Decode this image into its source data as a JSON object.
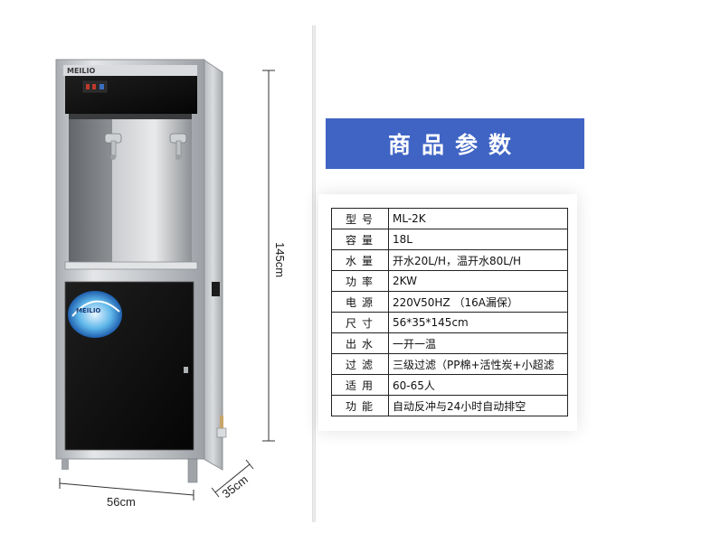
{
  "product": {
    "brand_logo": "MEILIO",
    "sticker_text": "MEILIO"
  },
  "dimensions": {
    "height": "145cm",
    "width": "56cm",
    "depth": "35cm"
  },
  "title": "商品参数",
  "specs": [
    {
      "label": "型号",
      "value": "ML-2K"
    },
    {
      "label": "容量",
      "value": "18L"
    },
    {
      "label": "水量",
      "value": "开水20L/H，温开水80L/H"
    },
    {
      "label": "功率",
      "value": "2KW"
    },
    {
      "label": "电源",
      "value": "220V50HZ  （16A漏保）"
    },
    {
      "label": "尺寸",
      "value": "56*35*145cm"
    },
    {
      "label": "出水",
      "value": "一开一温"
    },
    {
      "label": "过滤",
      "value": "三级过滤（PP棉+活性炭+小超滤"
    },
    {
      "label": "适用",
      "value": "60-65人"
    },
    {
      "label": "功能",
      "value": "自动反冲与24小时自动排空"
    }
  ],
  "colors": {
    "banner": "#3f64c4",
    "cabinet_steel": "#c8cbcf",
    "panel_black": "#111111"
  }
}
